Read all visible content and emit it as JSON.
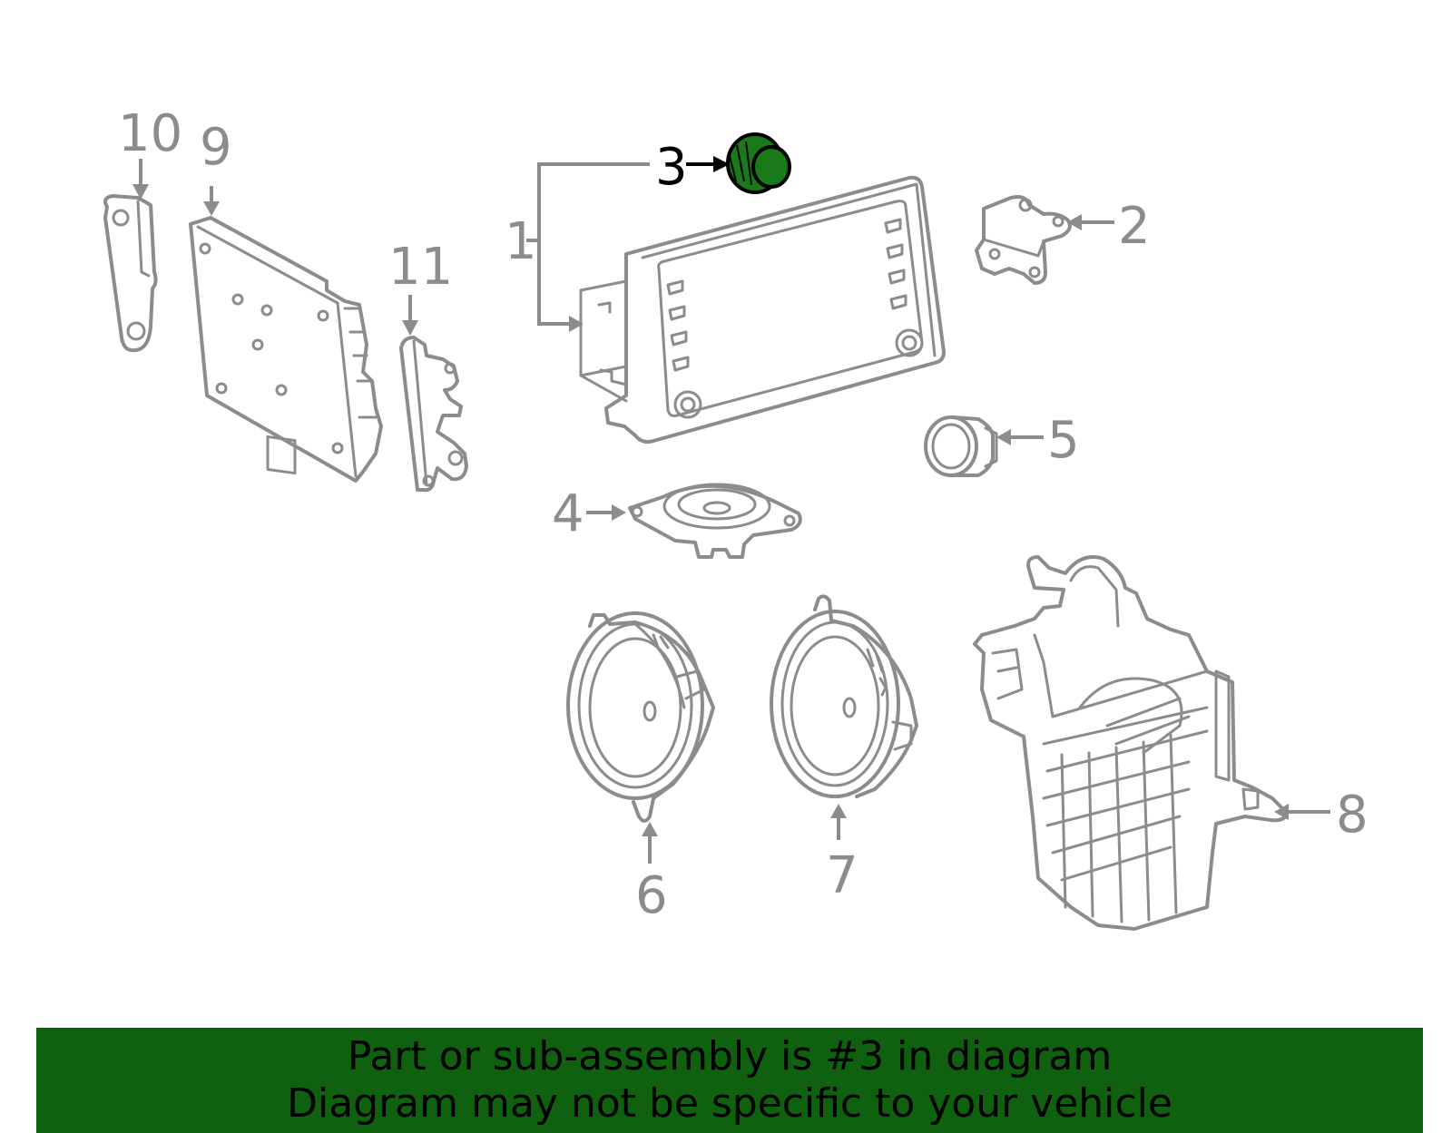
{
  "colors": {
    "line": "#8c8c8c",
    "highlight_fill": "#1a7a1a",
    "banner_bg": "#0f610f",
    "text": "#000000"
  },
  "diagram": {
    "highlighted_part": "3",
    "callouts": [
      "1",
      "2",
      "3",
      "4",
      "5",
      "6",
      "7",
      "8",
      "9",
      "10",
      "11"
    ]
  },
  "banner": {
    "line1": "Part or sub-assembly is #3 in diagram",
    "line2": "Diagram may not be specific to your vehicle"
  }
}
